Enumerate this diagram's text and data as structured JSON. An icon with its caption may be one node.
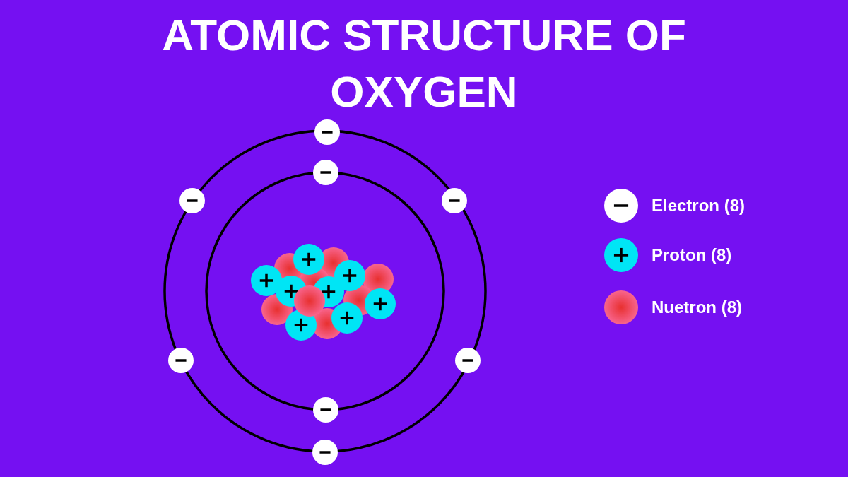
{
  "diagram": {
    "title": "ATOMIC STRUCTURE OF OXYGEN",
    "legend": [
      {
        "text": "Electron (8)",
        "color": "#ffffff"
      },
      {
        "text": "Proton (8)",
        "color": "#00e5f5"
      },
      {
        "text": "Nuetron (8)",
        "color": "#f0506e"
      }
    ]
  }
}
